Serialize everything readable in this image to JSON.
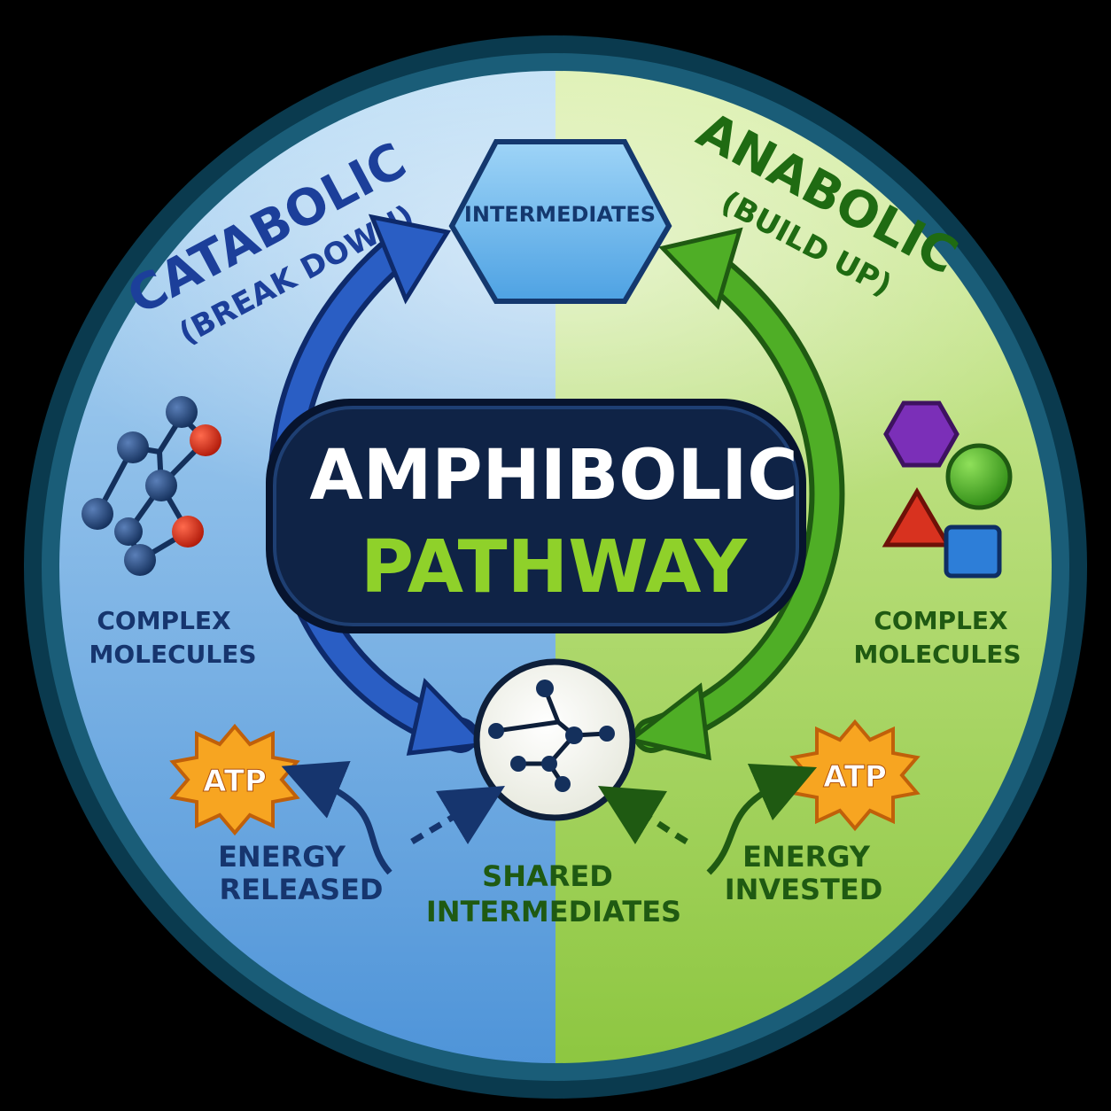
{
  "title": {
    "line1": "AMPHIBOLIC",
    "line2": "PATHWAY"
  },
  "catabolic": {
    "heading": "CATABOLIC",
    "subheading": "(BREAK DOWN)",
    "molecules_line1": "COMPLEX",
    "molecules_line2": "MOLECULES",
    "atp": "ATP",
    "energy_line1": "ENERGY",
    "energy_line2": "RELEASED"
  },
  "anabolic": {
    "heading": "ANABOLIC",
    "subheading": "(BUILD UP)",
    "molecules_line1": "COMPLEX",
    "molecules_line2": "MOLECULES",
    "atp": "ATP",
    "energy_line1": "ENERGY",
    "energy_line2": "INVESTED"
  },
  "intermediates": "INTERMEDIATES",
  "shared": {
    "line1": "SHARED",
    "line2": "INTERMEDIATES"
  },
  "colors": {
    "catabolic_blue": "#1c3f9a",
    "anabolic_green": "#3f9a1c",
    "title_green": "#8fd12a",
    "panel_navy": "#0f2346",
    "atp_orange": "#f39c12"
  }
}
